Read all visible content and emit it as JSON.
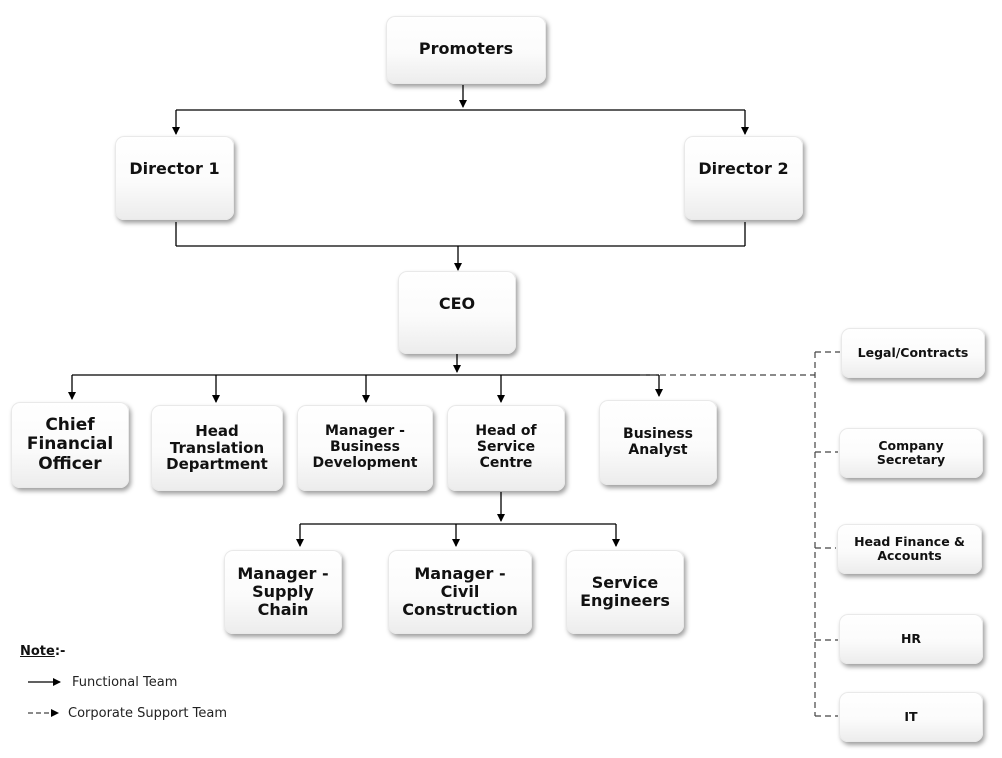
{
  "nodes": {
    "promoters": "Promoters",
    "director1": "Director 1",
    "director2": "Director 2",
    "ceo": "CEO",
    "cfo": "Chief\nFinancial\nOfficer",
    "head_translation": "Head\nTranslation\nDepartment",
    "manager_bd": "Manager -\nBusiness\nDevelopment",
    "head_service": "Head of\nService\nCentre",
    "business_analyst": "Business\nAnalyst",
    "manager_supply": "Manager -\nSupply\nChain",
    "manager_civil": "Manager -\nCivil\nConstruction",
    "service_engineers": "Service\nEngineers",
    "legal": "Legal/Contracts",
    "company_secretary": "Company\nSecretary",
    "head_finance": "Head Finance &\nAccounts",
    "hr": "HR",
    "it": "IT"
  },
  "legend": {
    "note_label": "Note",
    "note_suffix": ":-",
    "functional": "Functional Team",
    "corporate": "Corporate Support Team"
  },
  "colors": {
    "line": "#000000",
    "box_top": "#ffffff",
    "box_bottom": "#ececec"
  }
}
